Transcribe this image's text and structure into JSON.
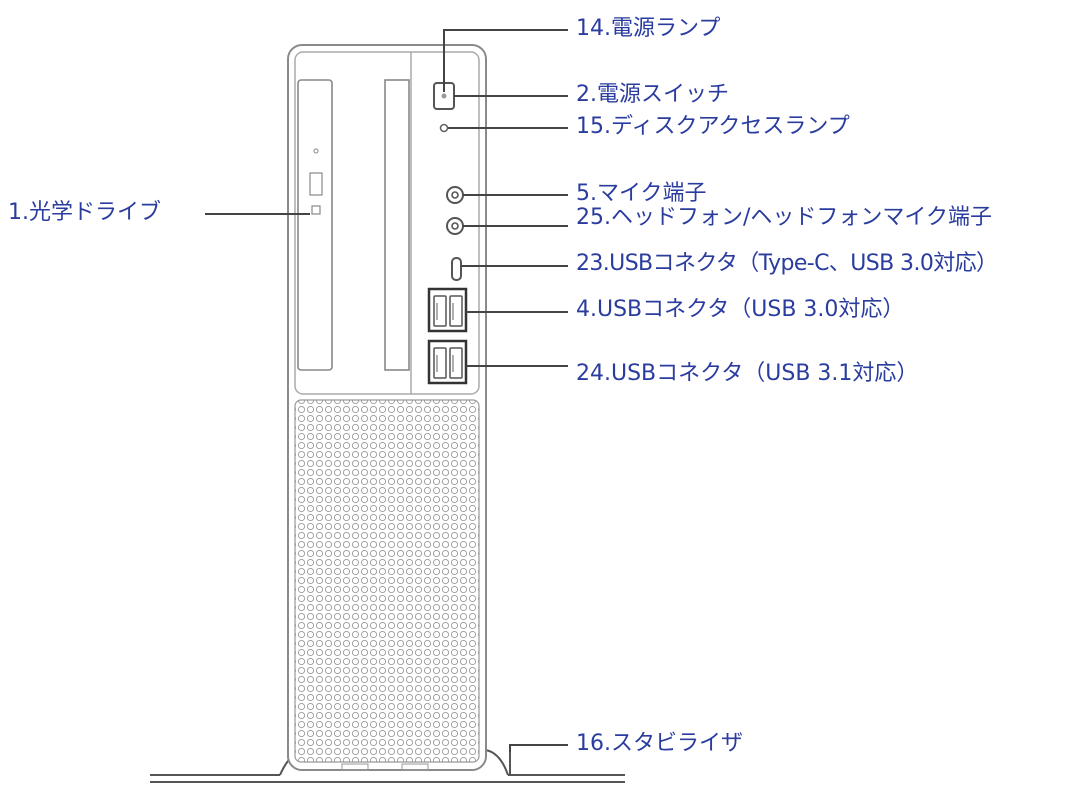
{
  "colors": {
    "label": "#2a3c9e",
    "line": "#444444",
    "outline": "#8a8a8a",
    "panel": "#f7f7f7"
  },
  "callouts": {
    "power_lamp": "14.電源ランプ",
    "power_switch": "2.電源スイッチ",
    "disk_access_lamp": "15.ディスクアクセスランプ",
    "optical_drive": "1.光学ドライブ",
    "mic_jack": "5.マイク端子",
    "headphone_jack": "25.ヘッドフォン/ヘッドフォンマイク端子",
    "usb_type_c": "23.USBコネクタ（Type-C、USB 3.0対応）",
    "usb_30": "4.USBコネクタ（USB 3.0対応）",
    "usb_31": "24.USBコネクタ（USB 3.1対応）",
    "stabilizer": "16.スタビライザ"
  },
  "icons": [
    "power-switch-icon",
    "disk-lamp-icon",
    "mic-jack-icon",
    "headphone-jack-icon",
    "usb-c-icon",
    "usb-a-port-icon"
  ]
}
